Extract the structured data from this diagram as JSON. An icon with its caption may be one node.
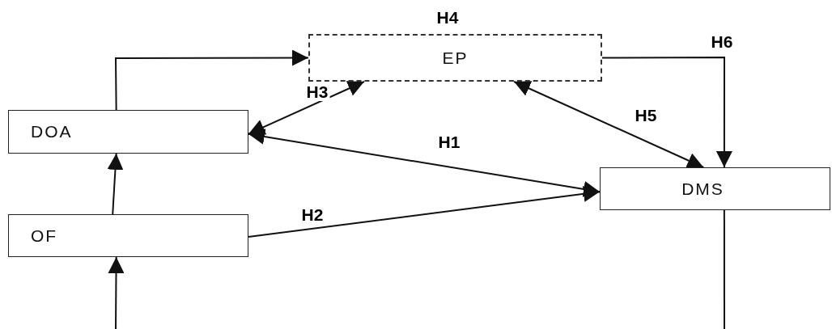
{
  "diagram": {
    "nodes": [
      {
        "text": [
          "EP"
        ]
      },
      {
        "text": [
          "DOA"
        ]
      },
      {
        "text": [
          "OF"
        ]
      },
      {
        "text": [
          "DMS"
        ]
      }
    ],
    "edges": [
      {
        "from": 1,
        "to": 0,
        "arrow": "to"
      },
      {
        "from": 1,
        "to": 0,
        "arrow": "both",
        "label": "H3"
      },
      {
        "from": 1,
        "to": 3,
        "arrow": "both",
        "label": "H1"
      },
      {
        "from": 2,
        "to": 3,
        "arrow": "to",
        "label": "H2"
      },
      {
        "from": 0,
        "to": 3,
        "arrow": "both",
        "label": "H5"
      },
      {
        "from": 0,
        "to": 3,
        "arrow": "to",
        "label": "H6"
      },
      {
        "from": 2,
        "to": 1,
        "arrow": "to"
      },
      {
        "from": null,
        "to": 2,
        "arrow": "to"
      },
      {
        "from": 3,
        "to": null,
        "arrow": "none"
      }
    ],
    "labels": [
      "H4"
    ]
  }
}
